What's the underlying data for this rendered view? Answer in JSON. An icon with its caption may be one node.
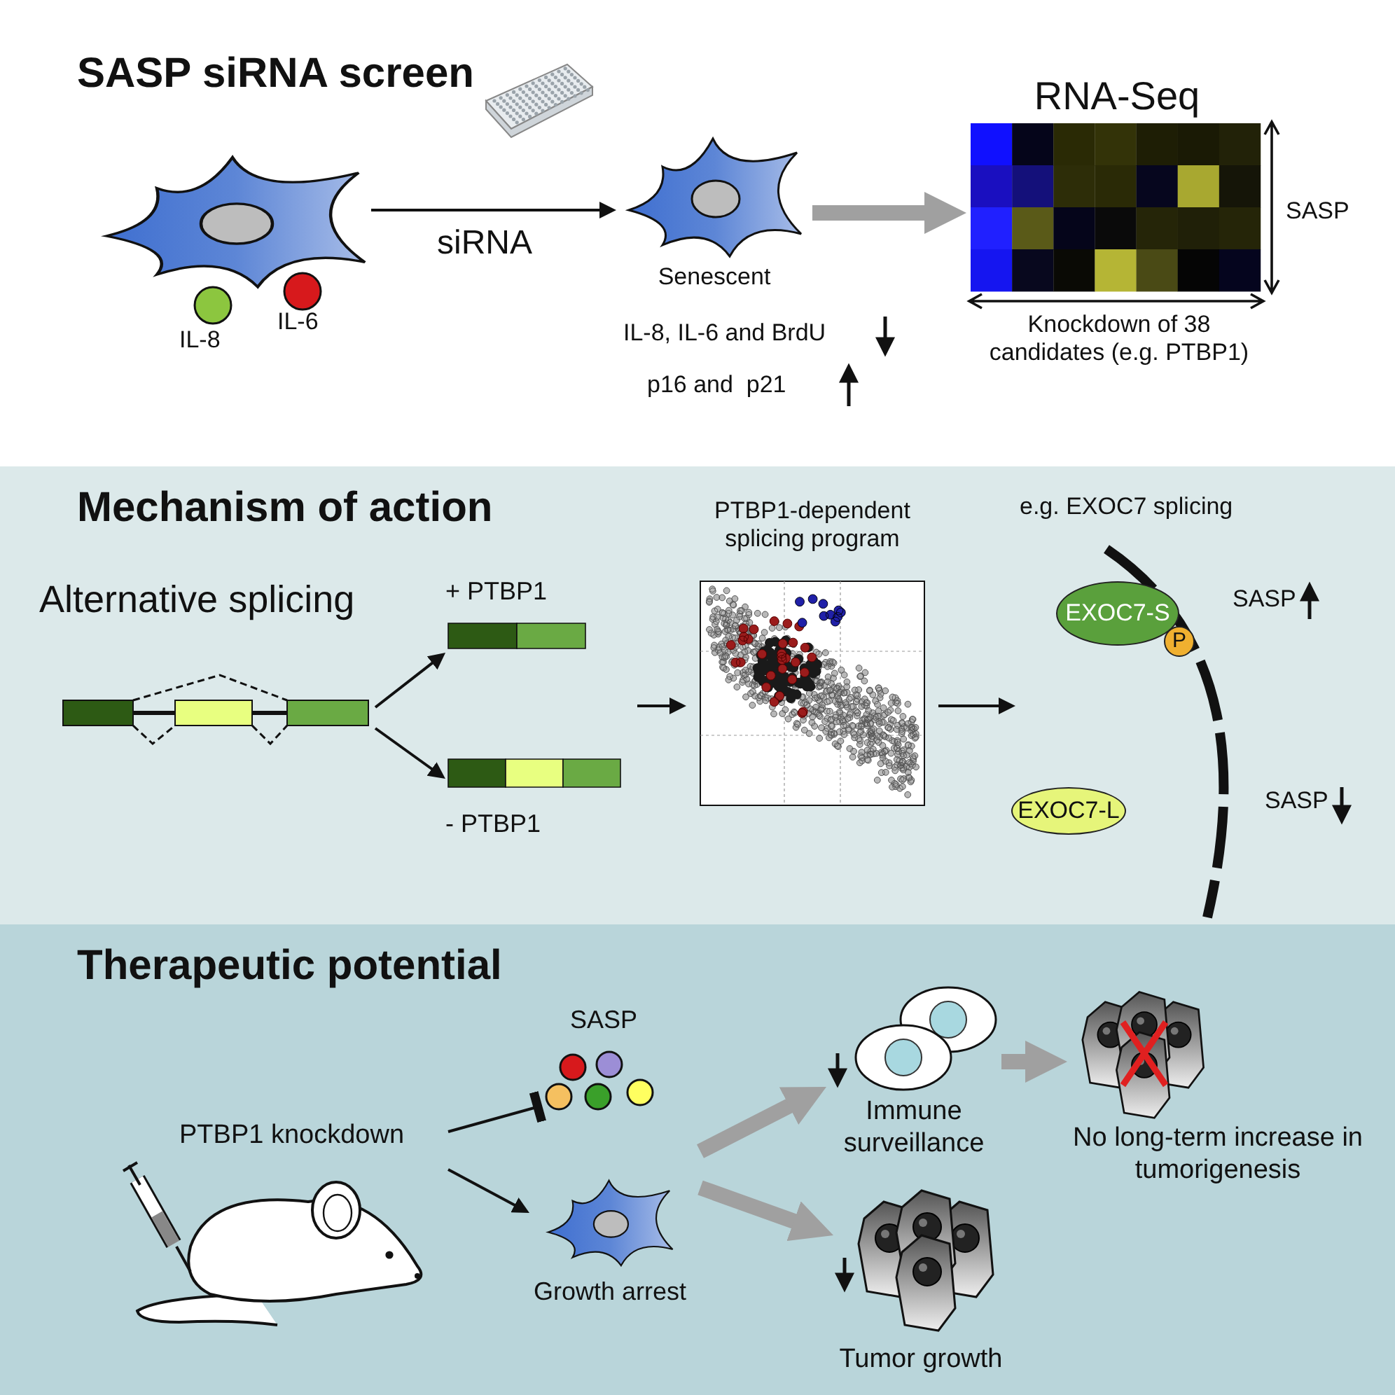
{
  "diagram": {
    "nodes": [
      {
        "text": [],
        "shape": "picture"
      },
      {
        "text": [],
        "shape": "picture",
        "beside": [
          "Senescent"
        ]
      },
      {
        "text": [],
        "shape": "picture",
        "beside": [
          "RNA-Seq"
        ]
      },
      {
        "text": [],
        "shape": "picture",
        "beside": [
          "Alternative splicing"
        ]
      },
      {
        "text": [],
        "shape": "bar",
        "beside": [
          "+ PTBP1"
        ]
      },
      {
        "text": [],
        "shape": "bar",
        "beside": [
          "- PTBP1"
        ]
      },
      {
        "text": [],
        "shape": "picture",
        "beside": [
          "PTBP1-dependent splicing program"
        ]
      },
      {
        "text": [
          "EXOC7-S"
        ]
      },
      {
        "text": [
          "P"
        ]
      },
      {
        "text": [
          "EXOC7-L"
        ]
      },
      {
        "text": [],
        "shape": "picture",
        "beside": [
          "PTBP1 knockdown"
        ]
      },
      {
        "text": [],
        "shape": "picture",
        "beside": [
          "SASP"
        ]
      },
      {
        "text": [],
        "shape": "picture",
        "beside": [
          "Growth arrest"
        ]
      },
      {
        "text": [],
        "shape": "picture",
        "beside": [
          "Immune surveillance"
        ]
      },
      {
        "text": [],
        "shape": "picture",
        "beside": [
          "Tumor growth"
        ]
      },
      {
        "text": [],
        "shape": "picture",
        "beside": [
          "No long-term increase in tumorigenesis"
        ]
      }
    ],
    "edges": [
      {
        "from": 0,
        "to": 1,
        "arrow": "to",
        "label": "siRNA"
      },
      {
        "from": 1,
        "to": 2,
        "arrow": "to",
        "style": "thick",
        "color": "#a0a0a0"
      },
      {
        "from": 3,
        "to": 4,
        "arrow": "to"
      },
      {
        "from": 3,
        "to": 5,
        "arrow": "to"
      },
      {
        "from": null,
        "to": 6,
        "arrow": "to"
      },
      {
        "from": 6,
        "to": null,
        "arrow": "to"
      },
      {
        "from": 10,
        "to": 11,
        "arrow": "other"
      },
      {
        "from": 10,
        "to": 12,
        "arrow": "to"
      },
      {
        "from": null,
        "to": 13,
        "arrow": "to",
        "style": "thick",
        "color": "#a0a0a0"
      },
      {
        "from": null,
        "to": 14,
        "arrow": "to",
        "style": "thick",
        "color": "#a0a0a0"
      },
      {
        "from": 13,
        "to": 15,
        "arrow": "to",
        "style": "thick",
        "color": "#a0a0a0"
      }
    ],
    "labels": [
      "SASP siRNA screen",
      "IL-8",
      "IL-6",
      "IL-8, IL-6 and BrdU",
      "p16 and  p21",
      "SASP",
      "Knockdown of 38 candidates (e.g. PTBP1)",
      "Mechanism of action",
      "e.g. EXOC7 splicing",
      "SASP",
      "SASP",
      "Therapeutic potential"
    ]
  }
}
